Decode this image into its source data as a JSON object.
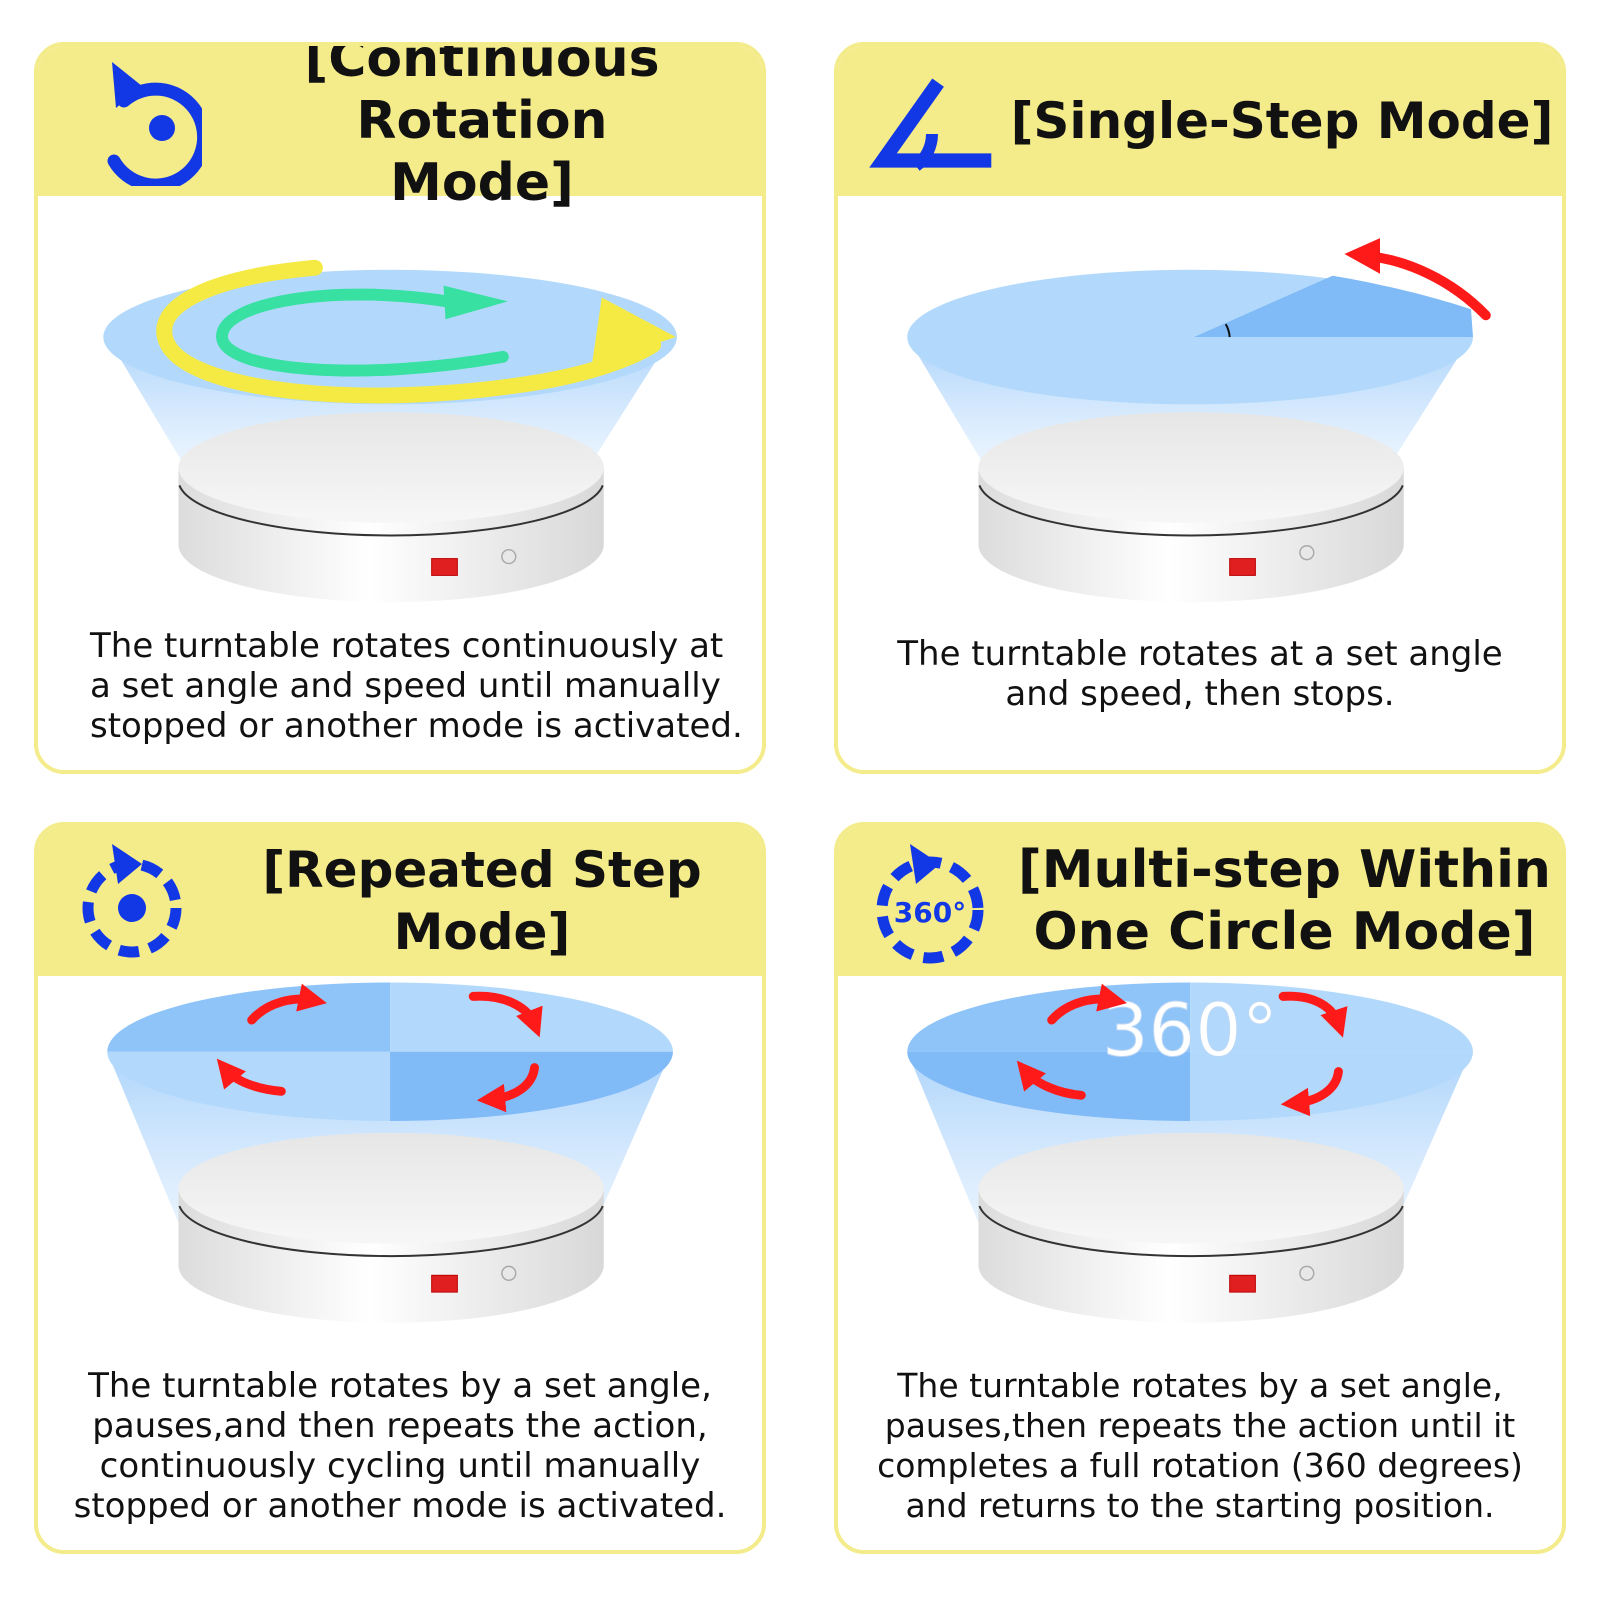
{
  "colors": {
    "header_background": "#f4eb8a",
    "card_border": "#f4eb8a",
    "icon_blue": "#1238e6",
    "arrow_red": "#ff1a1a",
    "arrow_yellow": "#f5ea44",
    "arrow_green": "#38e0a2",
    "plate_light": "#b2d9fb",
    "plate_dark": "#80baf7"
  },
  "cards": [
    {
      "icon": "continuous-rotation-icon",
      "title_lines": [
        "[Continuous Rotation",
        "Mode]"
      ],
      "description_lines": [
        "The turntable rotates continuously at",
        "a set angle and speed until manually",
        "stopped or another mode is activated."
      ]
    },
    {
      "icon": "single-step-angle-icon",
      "title_lines": [
        "[Single-Step Mode]"
      ],
      "description_lines": [
        "The turntable rotates at a set angle",
        "and speed, then stops."
      ]
    },
    {
      "icon": "repeated-step-icon",
      "title_lines": [
        "[Repeated Step Mode]"
      ],
      "description_lines": [
        "The turntable rotates by a set angle,",
        "pauses,and then repeats the action,",
        "continuously cycling until manually",
        "stopped or another mode is activated."
      ]
    },
    {
      "icon": "multi-step-360-icon",
      "icon_label": "360°",
      "title_lines": [
        "[Multi-step Within",
        "One Circle Mode]"
      ],
      "description_lines": [
        "The turntable rotates by a set angle,",
        "pauses,then repeats the action until it",
        "completes a full rotation (360 degrees)",
        "and returns to the starting position."
      ],
      "plate_label": "360°"
    }
  ]
}
